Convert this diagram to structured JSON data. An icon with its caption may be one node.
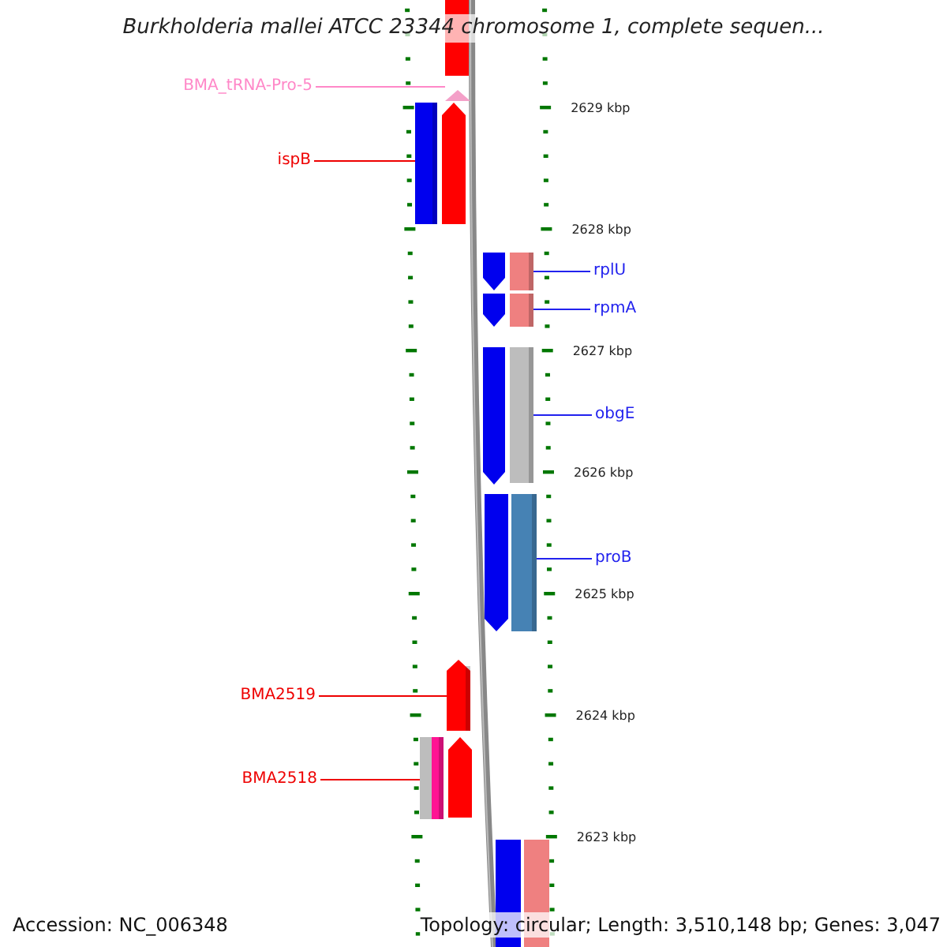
{
  "diagram": {
    "title": "Burkholderia mallei ATCC 23344 chromosome 1, complete sequen...",
    "nodes": [
      {
        "text": [
          "BMA_tRNA-Pro-5"
        ]
      },
      {
        "text": [],
        "shape": "triangle"
      },
      {
        "text": [
          "ispB"
        ]
      },
      {
        "text": [],
        "shape": "bar"
      },
      {
        "text": [
          "rplU"
        ]
      },
      {
        "text": [],
        "shape": "bar"
      },
      {
        "text": [
          "rpmA"
        ]
      },
      {
        "text": [],
        "shape": "bar"
      },
      {
        "text": [
          "obgE"
        ]
      },
      {
        "text": [],
        "shape": "bar"
      },
      {
        "text": [
          "proB"
        ]
      },
      {
        "text": [],
        "shape": "bar"
      },
      {
        "text": [
          "BMA2519"
        ]
      },
      {
        "text": [],
        "shape": "bar"
      },
      {
        "text": [
          "BMA2518"
        ]
      },
      {
        "text": [],
        "shape": "bar"
      }
    ],
    "edges": [
      {
        "from": 0,
        "to": 1,
        "arrow": "none",
        "color": "#ff88c8"
      },
      {
        "from": 2,
        "to": 3,
        "arrow": "none",
        "color": "#ee0000"
      },
      {
        "from": 4,
        "to": 5,
        "arrow": "none",
        "color": "#2222ee"
      },
      {
        "from": 6,
        "to": 7,
        "arrow": "none",
        "color": "#2222ee"
      },
      {
        "from": 8,
        "to": 9,
        "arrow": "none",
        "color": "#2222ee"
      },
      {
        "from": 10,
        "to": 11,
        "arrow": "none",
        "color": "#2222ee"
      },
      {
        "from": 12,
        "to": 13,
        "arrow": "none",
        "color": "#ee0000"
      },
      {
        "from": 14,
        "to": 15,
        "arrow": "none",
        "color": "#ee0000"
      }
    ],
    "labels": [
      "2629 kbp",
      "2628 kbp",
      "2627 kbp",
      "2626 kbp",
      "2625 kbp",
      "2624 kbp",
      "2623 kbp",
      "Accession: NC_006348",
      "Topology: circular; Length: 3,510,148 bp; Genes: 3,047"
    ]
  }
}
